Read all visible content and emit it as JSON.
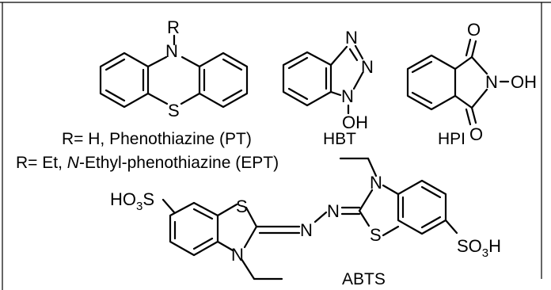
{
  "atoms": {
    "pt_r": "R",
    "pt_n": "N",
    "pt_s": "S",
    "hbt_n1": "N",
    "hbt_n2": "N",
    "hbt_n3": "N",
    "hbt_oh": "OH",
    "hpi_o_top": "O",
    "hpi_o_bottom": "O",
    "hpi_n": "N",
    "hpi_oh": "OH",
    "abts_ho3s_prefix": "HO",
    "abts_ho3s_sub": "3",
    "abts_ho3s_suffix": "S",
    "abts_s_left": "S",
    "abts_n_left_ring": "N",
    "abts_n_azo_left": "N",
    "abts_n_azo_right": "N",
    "abts_n_right_ring": "N",
    "abts_s_right": "S",
    "abts_so3h_prefix": "SO",
    "abts_so3h_sub": "3",
    "abts_so3h_suffix": "H"
  },
  "labels": {
    "pt_line1": "R= H, Phenothiazine (PT)",
    "pt_line2_prefix": "R= Et, ",
    "pt_line2_italic": "N",
    "pt_line2_suffix": "-Ethyl-phenothiazine (EPT)",
    "hbt": "HBT",
    "hpi": "HPI",
    "abts": "ABTS"
  }
}
